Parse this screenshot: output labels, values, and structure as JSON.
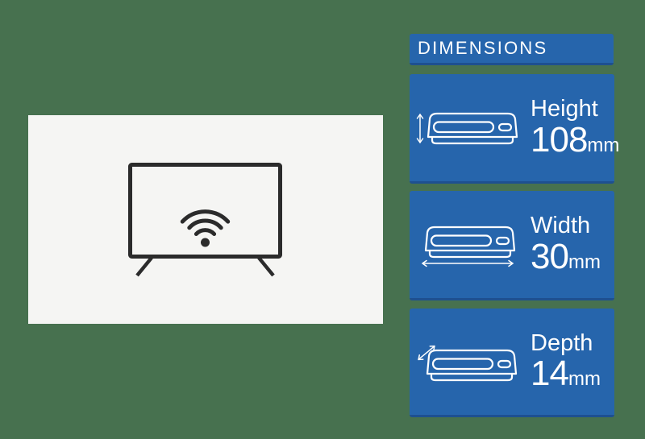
{
  "page": {
    "background_color": "#47714F",
    "panel_color": "#F5F5F3"
  },
  "product_panel": {
    "icon": "tv-wifi-icon",
    "icon_color": "#2B2B2B"
  },
  "dimensions": {
    "header_label": "DIMENSIONS",
    "accent_color": "#2665AC",
    "edge_color": "#1E5090",
    "text_color": "#FFFFFF",
    "cards": [
      {
        "label": "Height",
        "value": "108",
        "unit": "mm",
        "icon": "set-top-box-height-arrow-icon"
      },
      {
        "label": "Width",
        "value": "30",
        "unit": "mm",
        "icon": "set-top-box-width-arrow-icon"
      },
      {
        "label": "Depth",
        "value": "14",
        "unit": "mm",
        "icon": "set-top-box-depth-arrow-icon"
      }
    ]
  }
}
